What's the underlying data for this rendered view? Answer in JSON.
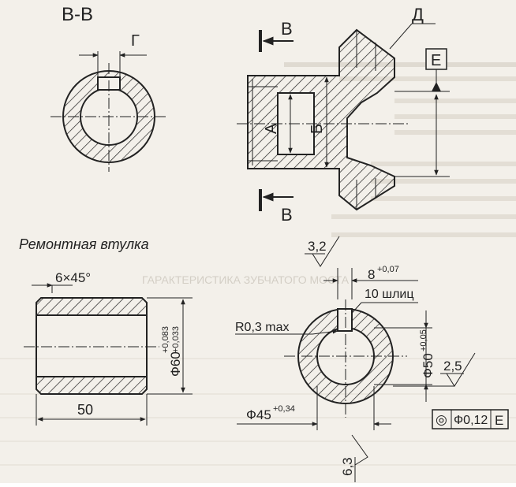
{
  "section_view": {
    "title": "В-В",
    "keyway_label": "Г"
  },
  "gear_view": {
    "section_mark_top": "В",
    "section_mark_bottom": "В",
    "leader_label": "Д",
    "datum_label": "Е",
    "dim_inner": "А",
    "dim_outer": "Б"
  },
  "bushing": {
    "title": "Ремонтная втулка",
    "chamfer": "6×45°",
    "diameter": "Ф60",
    "tol_upper": "+0,083",
    "tol_lower": "+0,033",
    "length": "50"
  },
  "spline_view": {
    "roughness_top": "3,2",
    "slot_width": "8",
    "slot_tol": "+0,07",
    "spline_count": "10 шлиц",
    "radius": "R0,3 max",
    "outer_diameter": "Ф50",
    "outer_tol": "+0,05",
    "roughness_right": "2,5",
    "inner_diameter": "Ф45",
    "inner_tol": "+0,34",
    "roughness_bottom": "6,3",
    "tolerance_frame": {
      "symbol": "◎",
      "value": "Ф0,12",
      "datum": "Е"
    }
  },
  "background_text": {
    "heading": "ГАРАКТЕРИСТИКА ЗУБЧАТОГО МОСТА"
  }
}
